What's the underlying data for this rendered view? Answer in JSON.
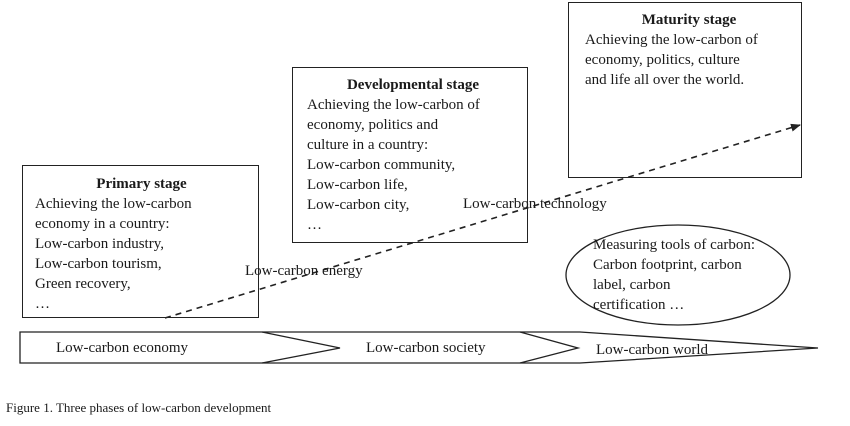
{
  "stages": {
    "primary": {
      "title": "Primary stage",
      "lines": [
        "Achieving the low-carbon",
        "economy in a country:",
        "Low-carbon industry,",
        "Low-carbon tourism,",
        "Green recovery,",
        "…"
      ]
    },
    "developmental": {
      "title": "Developmental stage",
      "lines": [
        "Achieving the low-carbon of",
        "economy, politics and",
        "culture in a country:",
        "Low-carbon community,",
        "Low-carbon life,",
        "Low-carbon city,",
        "…"
      ]
    },
    "maturity": {
      "title": "Maturity stage",
      "lines": [
        "Achieving the low-carbon of",
        "economy, politics, culture",
        "and life all over the world."
      ]
    }
  },
  "arrow_labels": {
    "energy": "Low-carbon energy",
    "technology": "Low-carbon technology"
  },
  "measuring_tools": {
    "lines": [
      "Measuring tools of carbon:",
      "Carbon footprint, carbon",
      "label, carbon",
      "certification  …"
    ]
  },
  "timeline": {
    "economy": "Low-carbon economy",
    "society": "Low-carbon society",
    "world": "Low-carbon world"
  },
  "caption": "Figure 1. Three phases of low-carbon development"
}
